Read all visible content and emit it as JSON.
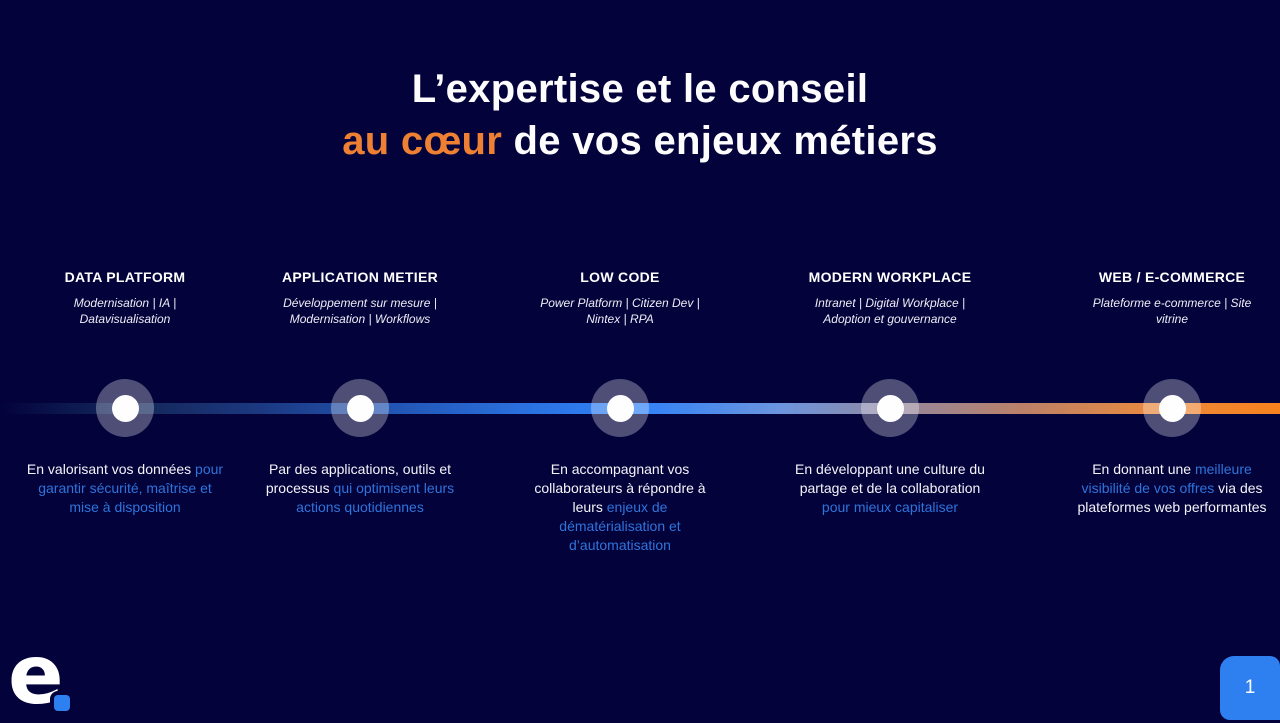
{
  "title": {
    "line1": "L’expertise et le conseil",
    "line2_highlight": "au cœur",
    "line2_rest": " de vos enjeux métiers"
  },
  "columns": [
    {
      "header": "DATA PLATFORM",
      "tags_line1": "Modernisation  |  IA |",
      "tags_line2": "Datavisualisation",
      "desc_white1": "En valorisant vos données ",
      "desc_blue": "pour garantir sécurité, maîtrise et mise à disposition",
      "desc_white2": ""
    },
    {
      "header": "APPLICATION METIER",
      "tags_line1": "Développement  sur mesure |",
      "tags_line2": "Modernisation  | Workflows",
      "desc_white1": "Par des applications, outils et processus ",
      "desc_blue": "qui optimisent leurs actions quotidiennes",
      "desc_white2": ""
    },
    {
      "header": "LOW CODE",
      "tags_line1": "Power Platform  | Citizen Dev |",
      "tags_line2": "Nintex  | RPA",
      "desc_white1": "En accompagnant vos collaborateurs à répondre à leurs ",
      "desc_blue": "enjeux de dématérialisation et d’automatisation",
      "desc_white2": ""
    },
    {
      "header": "MODERN WORKPLACE",
      "tags_line1": "Intranet | Digital Workplace |",
      "tags_line2": "Adoption  et gouvernance",
      "desc_white1": "En développant une culture du partage et de la collaboration ",
      "desc_blue": "pour mieux capitaliser",
      "desc_white2": ""
    },
    {
      "header": "WEB / E-COMMERCE",
      "tags_line1": "Plateforme  e-commerce  | Site",
      "tags_line2": "vitrine",
      "desc_white1": "En donnant une ",
      "desc_blue": "meilleure visibilité de vos offres ",
      "desc_white2": "via des plateformes web performantes"
    }
  ],
  "footer": {
    "logo_letter": "e",
    "page_number": "1"
  },
  "colors": {
    "background": "#03023B",
    "accent_orange": "#ED8033",
    "accent_blue_text": "#2F74DB",
    "timeline_blue": "#3182F7",
    "timeline_orange": "#F8821D",
    "page_box_blue": "#2E80F0"
  }
}
